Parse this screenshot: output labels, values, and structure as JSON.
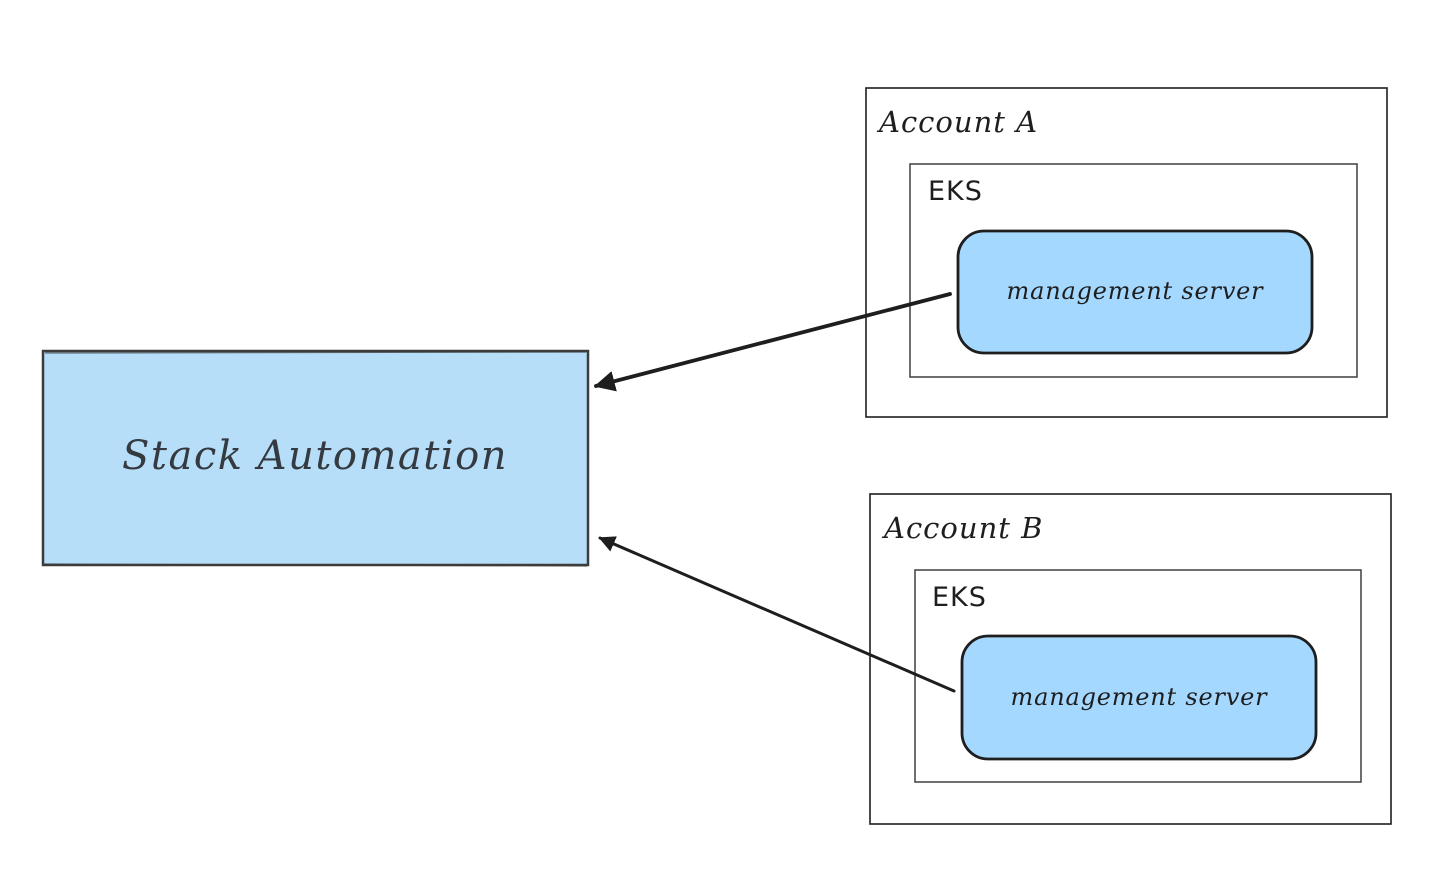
{
  "canvas": {
    "background": "#ffffff"
  },
  "colors": {
    "stroke": "#1e1e1e",
    "main_fill": "#b7def9",
    "main_stroke": "#3c3c3c",
    "server_fill": "#a5d8ff",
    "container_stroke": "#4a4a4a"
  },
  "nodes": {
    "stack_automation": {
      "label": "Stack Automation"
    },
    "account_a": {
      "label": "Account A",
      "eks": {
        "label": "EKS",
        "server": {
          "label": "management server"
        }
      }
    },
    "account_b": {
      "label": "Account B",
      "eks": {
        "label": "EKS",
        "server": {
          "label": "management server"
        }
      }
    }
  },
  "edges": [
    {
      "from": "account_a.eks.server",
      "to": "stack_automation",
      "style": "arrow"
    },
    {
      "from": "account_b.eks.server",
      "to": "stack_automation",
      "style": "arrow"
    }
  ]
}
